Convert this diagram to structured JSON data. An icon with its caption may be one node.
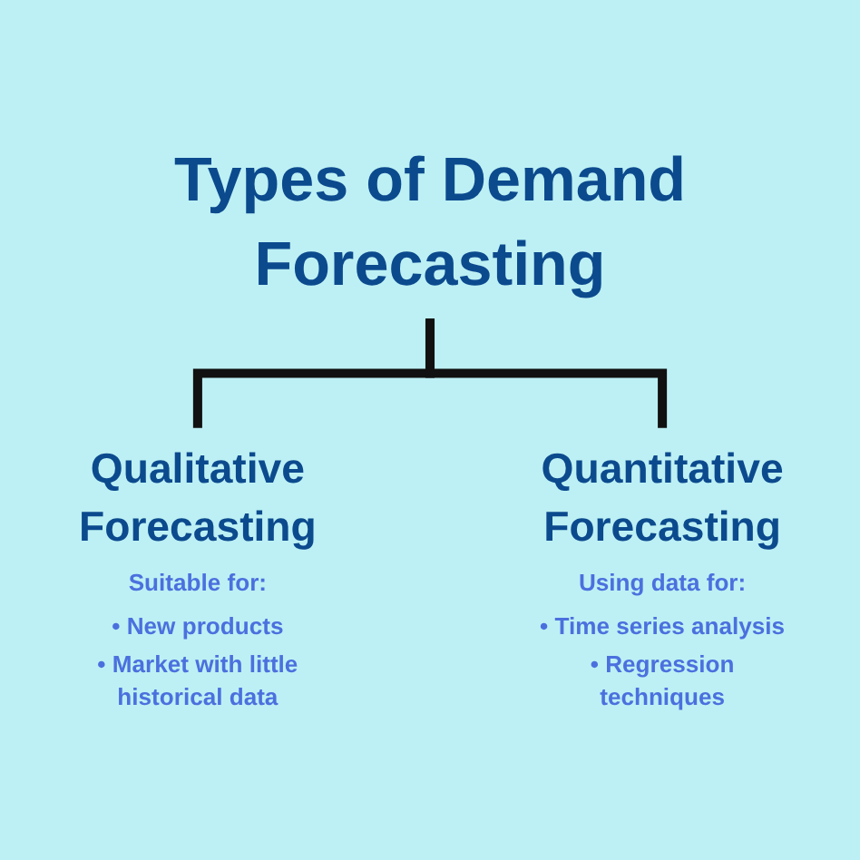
{
  "diagram": {
    "nodes": [
      {
        "text": [
          "Types of Demand Forecasting"
        ]
      },
      {
        "text": [
          "Qualitative Forecasting",
          "Suitable for:",
          "• New products",
          "• Market with little historical data"
        ]
      },
      {
        "text": [
          "Quantitative Forecasting",
          "Using data for:",
          "• Time series analysis",
          "• Regression techniques"
        ]
      }
    ],
    "edges": [
      {
        "from": 0,
        "to": 1,
        "arrow": "none"
      },
      {
        "from": 0,
        "to": 2,
        "arrow": "none"
      }
    ]
  }
}
